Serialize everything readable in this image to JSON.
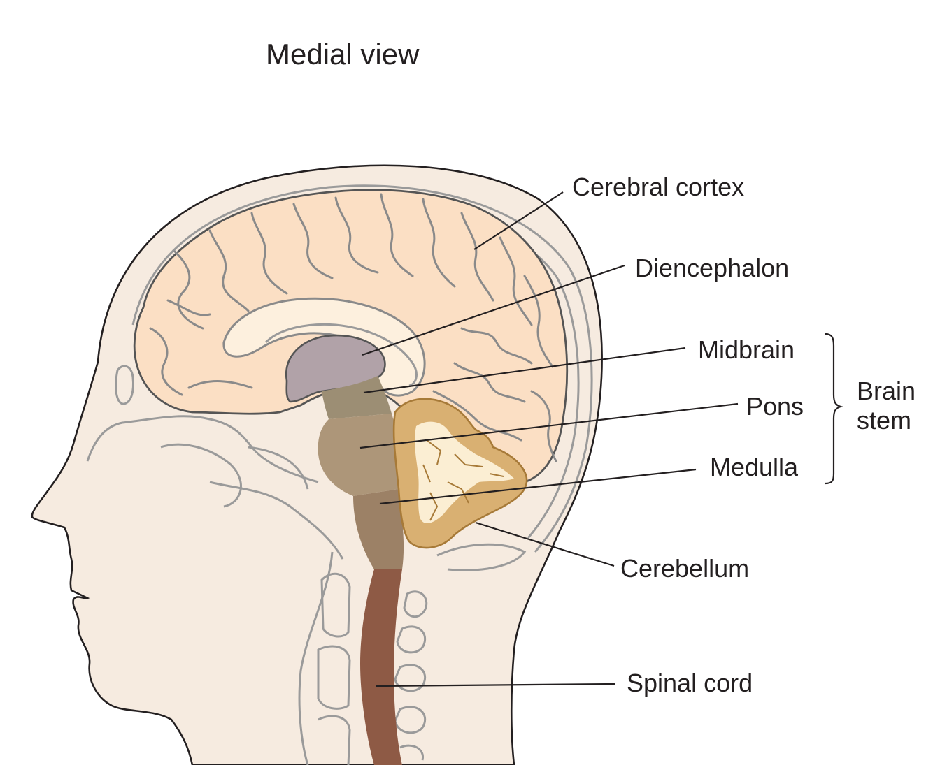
{
  "title": "Medial view",
  "labels": {
    "cerebral_cortex": "Cerebral cortex",
    "diencephalon": "Diencephalon",
    "midbrain": "Midbrain",
    "pons": "Pons",
    "medulla": "Medulla",
    "cerebellum": "Cerebellum",
    "spinal_cord": "Spinal cord",
    "brain_stem_line1": "Brain",
    "brain_stem_line2": "stem"
  },
  "colors": {
    "skin": "#f6ebe0",
    "cortex": "#fbdfc4",
    "corpus_callosum": "#fdf0de",
    "diencephalon": "#b1a2a8",
    "midbrain": "#9c8e74",
    "pons": "#ad9679",
    "medulla": "#9c8166",
    "spinal_cord": "#8e5a45",
    "cerebellum": "#d9b072",
    "cerebellum_white": "#fbeed3",
    "outline_gray": "#8a8a8a"
  }
}
